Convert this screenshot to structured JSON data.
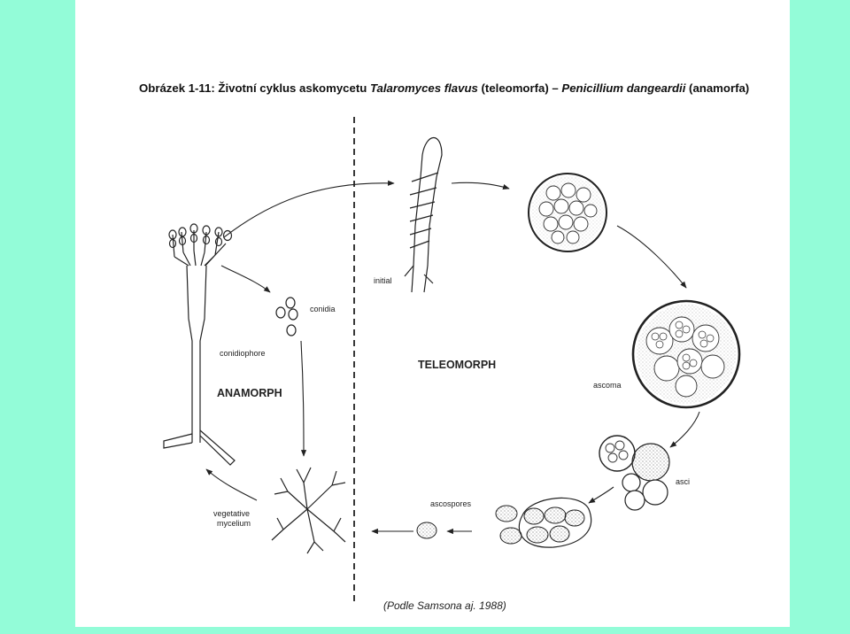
{
  "figure": {
    "title_prefix": "Obrázek 1-11: Životní cyklus askomycetu ",
    "title_species1": "Talaromyces flavus",
    "title_mid": " (teleomorfa) – ",
    "title_species2": "Penicillium dangeardii",
    "title_suffix": " (anamorfa)",
    "caption": "(Podle Samsona aj. 1988)"
  },
  "labels": {
    "initial": "initial",
    "conidia": "conidia",
    "conidiophore": "conidiophore",
    "anamorph": "ANAMORPH",
    "teleomorph": "TELEOMORPH",
    "ascoma": "ascoma",
    "asci": "asci",
    "ascospores": "ascospores",
    "vegetative_line1": "vegetative",
    "vegetative_line2": "mycelium"
  },
  "colors": {
    "background": "#93fcd8",
    "slide": "#ffffff",
    "ink": "#222222"
  }
}
